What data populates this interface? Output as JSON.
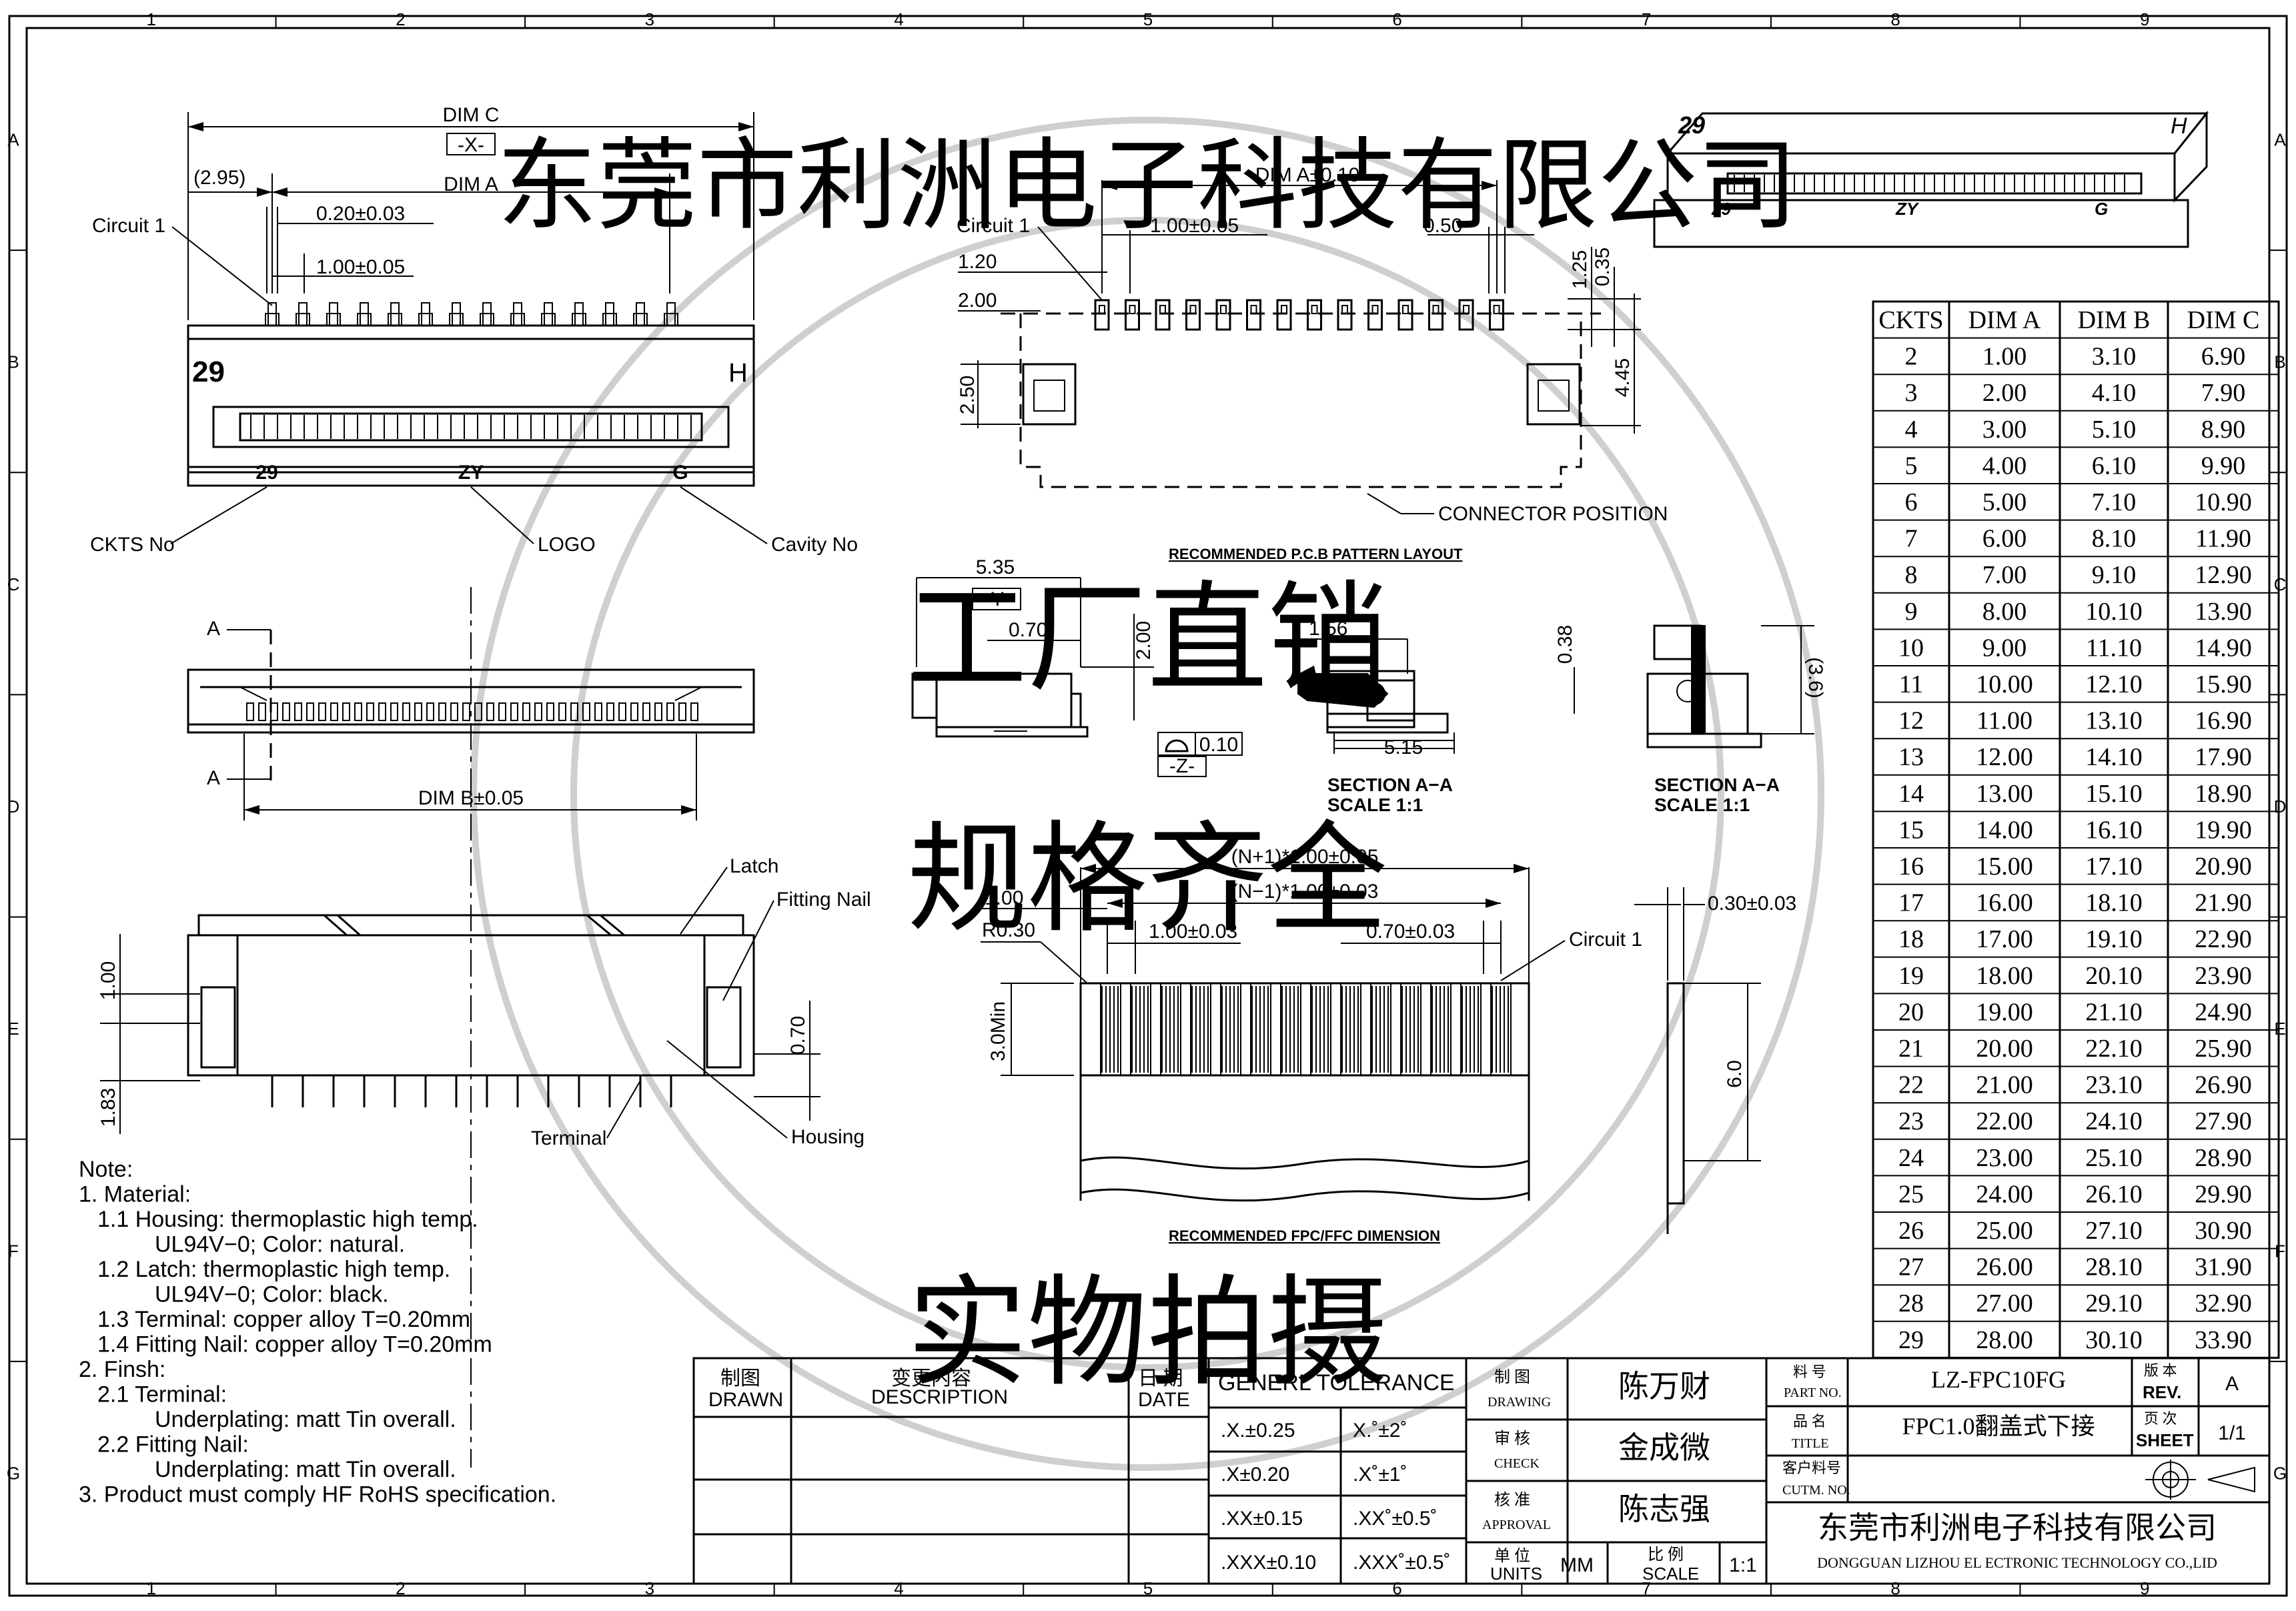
{
  "border": {
    "columns": [
      "1",
      "2",
      "3",
      "4",
      "5",
      "6",
      "7",
      "8",
      "9"
    ],
    "rows": [
      "A",
      "B",
      "C",
      "D",
      "E",
      "F",
      "G"
    ]
  },
  "top_view": {
    "dim_c": "DIM C",
    "datum_x": "-X-",
    "offset": "(2.95)",
    "dim_a": "DIM A",
    "circuit_1": "Circuit 1",
    "pin_width": "0.20±0.03",
    "pitch": "1.00±0.05",
    "ckts_mark": "29",
    "cavity_mark": "H",
    "front_ckts": "29",
    "front_logo": "ZY",
    "front_cavity": "G",
    "callout_ckts": "CKTS No",
    "callout_logo": "LOGO",
    "callout_cavity": "Cavity No"
  },
  "front_view": {
    "section_a_top": "A",
    "section_a_bottom": "A",
    "dim_b": "DIM B±0.05"
  },
  "bottom_view": {
    "latch": "Latch",
    "fitting_nail": "Fitting Nail",
    "terminal": "Terminal",
    "housing": "Housing",
    "dim_1_00": "1.00",
    "dim_1_83": "1.83",
    "dim_0_70": "0.70"
  },
  "notes": [
    "Note:",
    "1.  Material:",
    "1.1  Housing: thermoplastic high temp.",
    "UL94V−0; Color: natural.",
    "1.2  Latch: thermoplastic high temp.",
    "UL94V−0; Color: black.",
    "1.3  Terminal: copper alloy T=0.20mm",
    "1.4  Fitting Nail: copper alloy T=0.20mm",
    "2.  Finsh:",
    "2.1  Terminal:",
    "Underplating: matt Tin overall.",
    "2.2  Fitting Nail:",
    "Underplating: matt Tin overall.",
    "3.  Product must comply HF RoHS specification."
  ],
  "pcb_layout": {
    "dim_a": "DIM A±0.10",
    "circuit_1": "Circuit 1",
    "pitch": "1.00±0.05",
    "pad_width": "0.50",
    "dim_1_20": "1.20",
    "dim_2_00": "2.00",
    "dim_1_25": "1.25",
    "dim_0_35": "0.35",
    "dim_4_45": "4.45",
    "dim_2_50": "2.50",
    "connector_position": "CONNECTOR POSITION",
    "title": "RECOMMENDED P.C.B PATTERN LAYOUT"
  },
  "side_view": {
    "dim_5_35": "5.35",
    "datum_y": "-Y-",
    "dim_0_70": "0.70",
    "dim_2_00": "2.00",
    "flatness": "0.10",
    "datum_z": "-Z-"
  },
  "section_1": {
    "dim_1_56": "1.56",
    "dim_5_15": "5.15",
    "label": "SECTION A−A",
    "scale": "SCALE   1:1"
  },
  "section_2": {
    "dim_0_38": "0.38",
    "dim_3_6": "(3.6)",
    "label": "SECTION A−A",
    "scale": "SCALE   1:1"
  },
  "fpc": {
    "n_plus": "(N+1)*1.00±0.05",
    "n_minus": "(N−1)*1.00±0.03",
    "dim_1_00": "1.00",
    "radius": "R0.30",
    "pitch": "1.00±0.03",
    "lead_width": "0.70±0.03",
    "circuit_1": "Circuit 1",
    "min_len": "3.0Min",
    "title": "RECOMMENDED FPC/FFC DIMENSION",
    "thickness": "0.30±0.03",
    "len_6": "6.0"
  },
  "iso_view": {
    "ckts": "29",
    "cavity": "H",
    "front_ckts": "29",
    "logo": "ZY",
    "front_cavity": "G"
  },
  "dim_table": {
    "headers": [
      "CKTS",
      "DIM A",
      "DIM B",
      "DIM C"
    ],
    "rows": [
      [
        "2",
        "1.00",
        "3.10",
        "6.90"
      ],
      [
        "3",
        "2.00",
        "4.10",
        "7.90"
      ],
      [
        "4",
        "3.00",
        "5.10",
        "8.90"
      ],
      [
        "5",
        "4.00",
        "6.10",
        "9.90"
      ],
      [
        "6",
        "5.00",
        "7.10",
        "10.90"
      ],
      [
        "7",
        "6.00",
        "8.10",
        "11.90"
      ],
      [
        "8",
        "7.00",
        "9.10",
        "12.90"
      ],
      [
        "9",
        "8.00",
        "10.10",
        "13.90"
      ],
      [
        "10",
        "9.00",
        "11.10",
        "14.90"
      ],
      [
        "11",
        "10.00",
        "12.10",
        "15.90"
      ],
      [
        "12",
        "11.00",
        "13.10",
        "16.90"
      ],
      [
        "13",
        "12.00",
        "14.10",
        "17.90"
      ],
      [
        "14",
        "13.00",
        "15.10",
        "18.90"
      ],
      [
        "15",
        "14.00",
        "16.10",
        "19.90"
      ],
      [
        "16",
        "15.00",
        "17.10",
        "20.90"
      ],
      [
        "17",
        "16.00",
        "18.10",
        "21.90"
      ],
      [
        "18",
        "17.00",
        "19.10",
        "22.90"
      ],
      [
        "19",
        "18.00",
        "20.10",
        "23.90"
      ],
      [
        "20",
        "19.00",
        "21.10",
        "24.90"
      ],
      [
        "21",
        "20.00",
        "22.10",
        "25.90"
      ],
      [
        "22",
        "21.00",
        "23.10",
        "26.90"
      ],
      [
        "23",
        "22.00",
        "24.10",
        "27.90"
      ],
      [
        "24",
        "23.00",
        "25.10",
        "28.90"
      ],
      [
        "25",
        "24.00",
        "26.10",
        "29.90"
      ],
      [
        "26",
        "25.00",
        "27.10",
        "30.90"
      ],
      [
        "27",
        "26.00",
        "28.10",
        "31.90"
      ],
      [
        "28",
        "27.00",
        "29.10",
        "32.90"
      ],
      [
        "29",
        "28.00",
        "30.10",
        "33.90"
      ]
    ]
  },
  "title_block": {
    "drawn_cn": "制图",
    "drawn_en": "DRAWN",
    "desc_cn": "变更内容",
    "desc_en": "DESCRIPTION",
    "date_cn": "日 期",
    "date_en": "DATE",
    "tol_title": "GENERL TOLERANCE",
    "tolerances": [
      [
        ".X.±0.25",
        "X.˚±2˚"
      ],
      [
        ".X±0.20",
        ".X˚±1˚"
      ],
      [
        ".XX±0.15",
        ".XX˚±0.5˚"
      ],
      [
        ".XXX±0.10",
        ".XXX˚±0.5˚"
      ]
    ],
    "drawing_cn": "制 图",
    "drawing_en": "DRAWING",
    "drawing_name": "陈万财",
    "check_cn": "审 核",
    "check_en": "CHECK",
    "check_name": "金成微",
    "approval_cn": "核 准",
    "approval_en": "APPROVAL",
    "approval_name": "陈志强",
    "units_cn": "单 位",
    "units_en": "UNITS",
    "units_val": "MM",
    "scale_cn": "比 例",
    "scale_en": "SCALE",
    "scale_val": "1:1",
    "part_no_cn": "料 号",
    "part_no_en": "PART NO.",
    "part_no": "LZ-FPC10FG",
    "title_cn": "品 名",
    "title_en": "TITLE",
    "title_val": "FPC1.0翻盖式下接",
    "cust_cn": "客户料号",
    "cust_en": "CUTM. NO.",
    "rev_cn": "版 本",
    "rev_en": "REV.",
    "rev_val": "A",
    "sheet_cn": "页 次",
    "sheet_en": "SHEET",
    "sheet_val": "1/1",
    "company_cn": "东莞市利洲电子科技有限公司",
    "company_en": "DONGGUAN LIZHOU EL ECTRONIC TECHNOLOGY CO.,LID"
  },
  "watermark": {
    "ring_text": "东莞市利洲电子科技有限公司",
    "center_line_1": "工厂直销",
    "center_line_2": "规格齐全",
    "bottom": "实物拍摄"
  }
}
